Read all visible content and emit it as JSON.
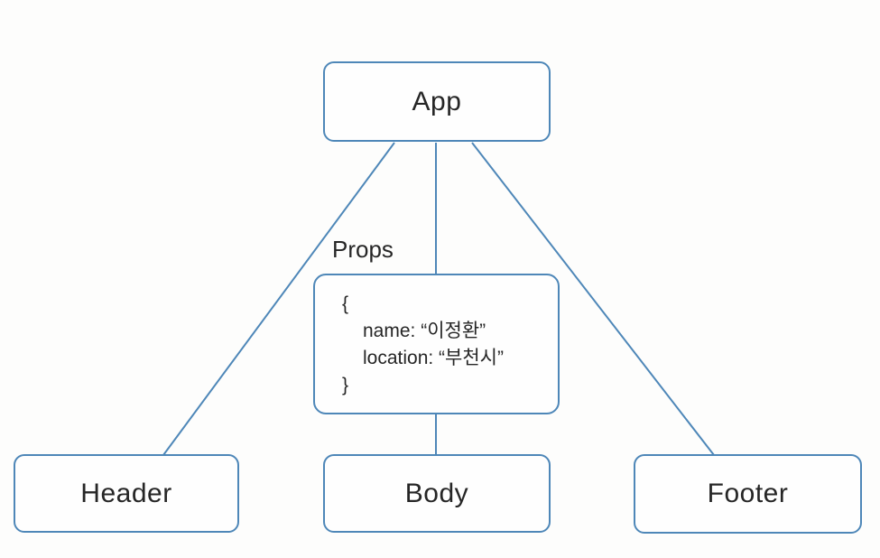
{
  "diagram": {
    "type": "component-tree",
    "colors": {
      "stroke": "#4e87b8",
      "text": "#262626",
      "background": "#fdfdfc"
    },
    "nodes": {
      "app": {
        "label": "App"
      },
      "header": {
        "label": "Header"
      },
      "body": {
        "label": "Body"
      },
      "footer": {
        "label": "Footer"
      }
    },
    "props": {
      "label": "Props",
      "code_lines": {
        "open": "{",
        "name": "name: “이정환”",
        "location": "location: “부천시”",
        "close": "}"
      }
    },
    "edges": [
      "app-header",
      "app-props",
      "app-footer",
      "props-body"
    ]
  }
}
